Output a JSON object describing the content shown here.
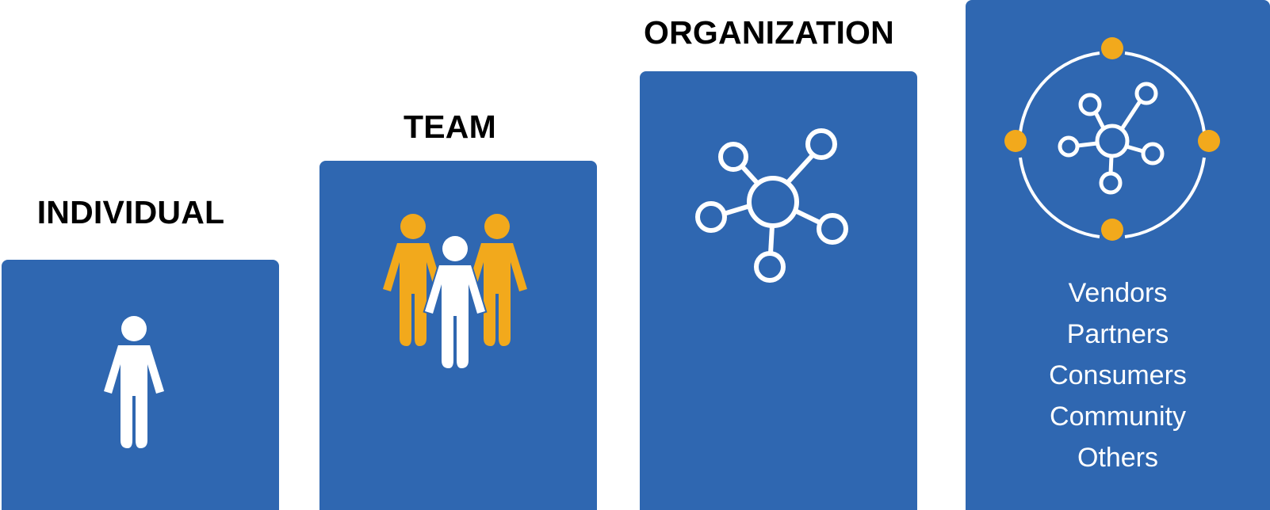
{
  "levels": [
    {
      "label": "INDIVIDUAL",
      "icon": "person-icon"
    },
    {
      "label": "TEAM",
      "icon": "team-icon"
    },
    {
      "label": "ORGANIZATION",
      "icon": "network-icon"
    },
    {
      "label": "",
      "icon": "ecosystem-icon",
      "items": [
        "Vendors",
        "Partners",
        "Consumers",
        "Community",
        "Others"
      ]
    }
  ],
  "colors": {
    "box": "#2f67b1",
    "accent": "#f2a91c",
    "icon": "#ffffff",
    "label": "#000000"
  }
}
